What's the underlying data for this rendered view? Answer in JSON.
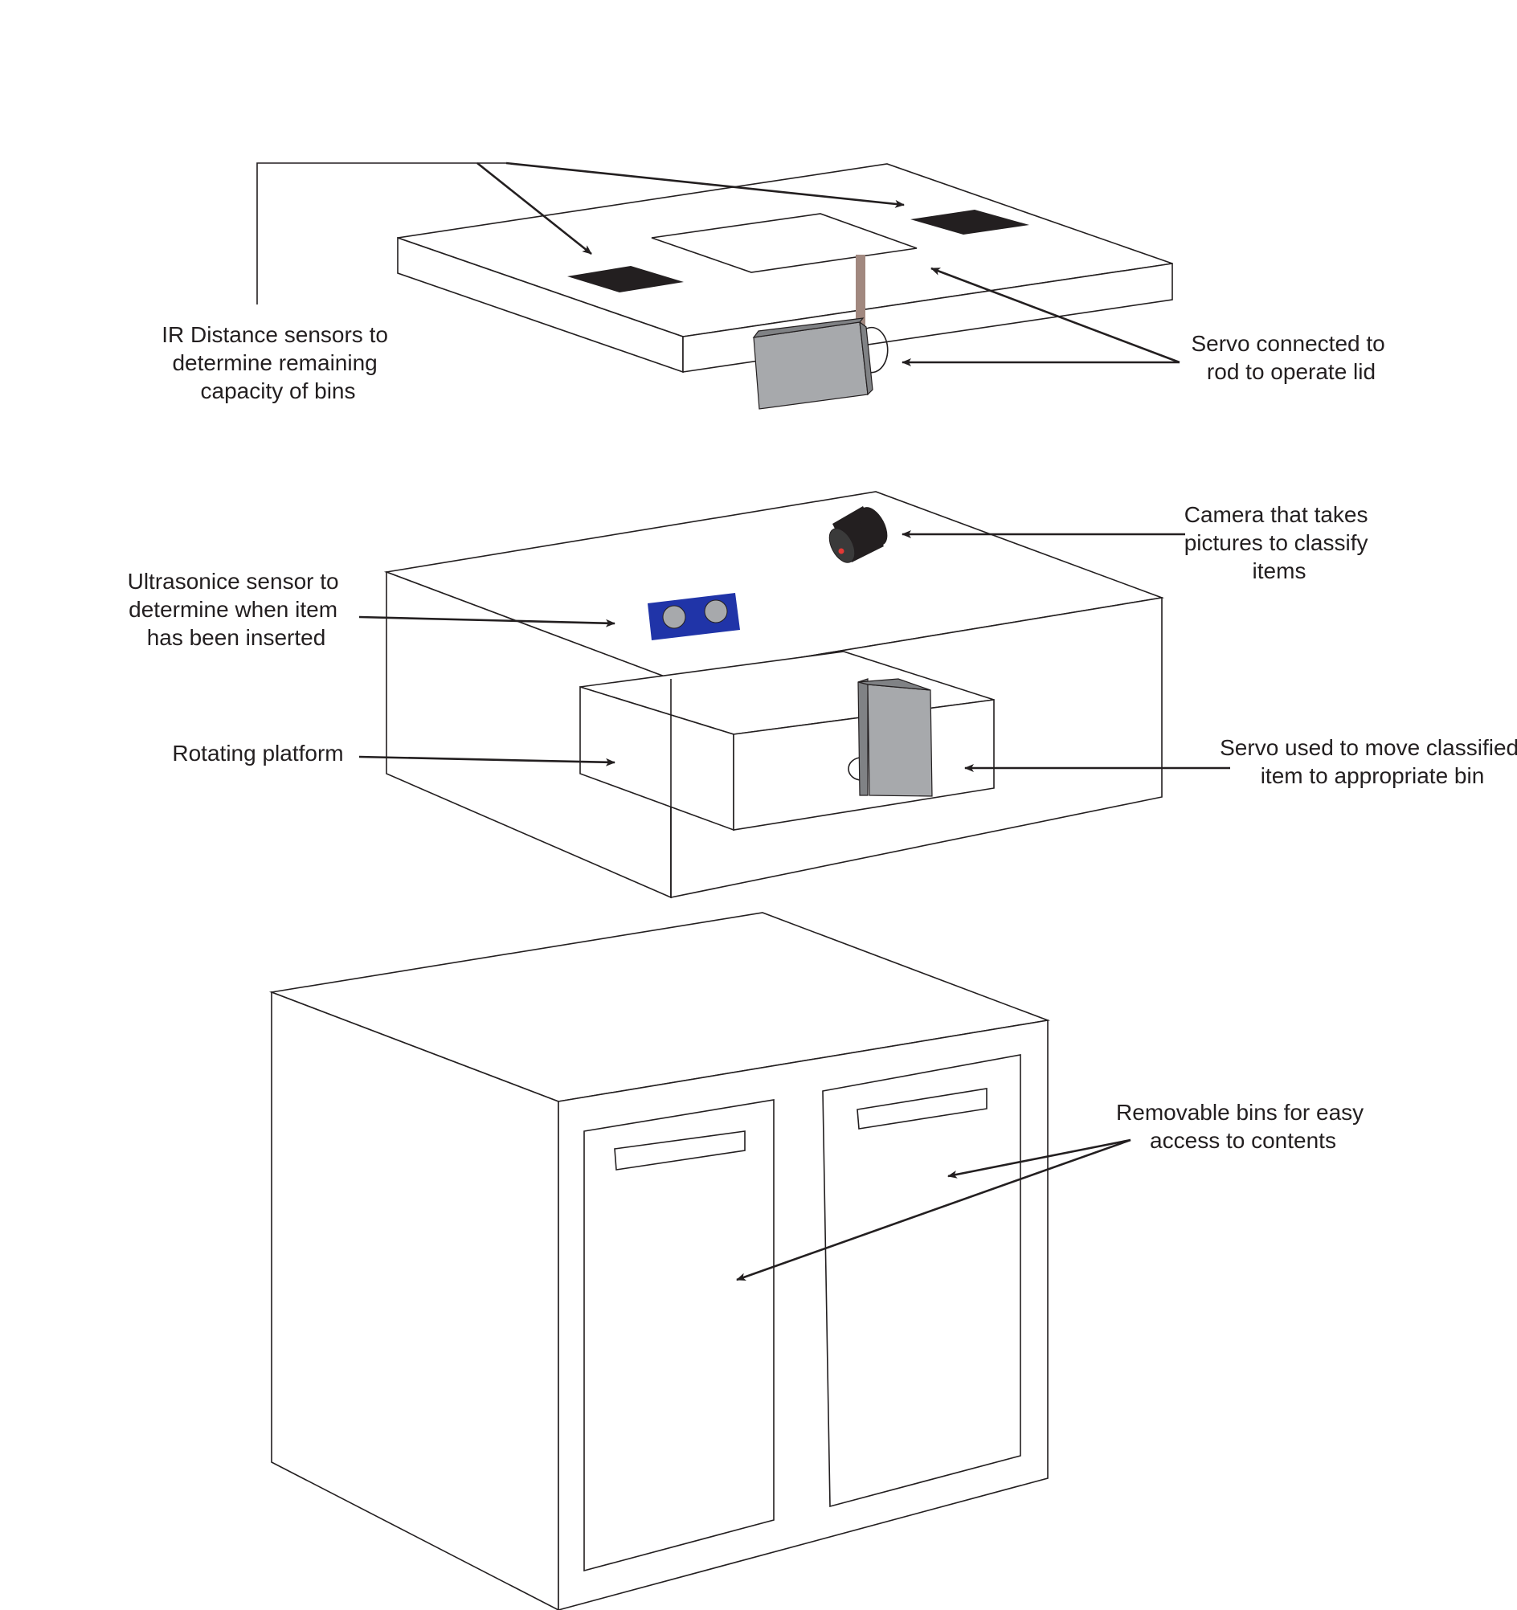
{
  "labels": {
    "ir_sensors": [
      "IR Distance sensors to",
      "determine remaining",
      "capacity of bins"
    ],
    "servo_lid": [
      "Servo connected to",
      "rod to operate lid"
    ],
    "camera": [
      "Camera that takes",
      "pictures to classify",
      "items"
    ],
    "ultrasonic": [
      "Ultrasonice sensor to",
      "determine when item",
      "has been inserted"
    ],
    "rotating_platform": [
      "Rotating platform"
    ],
    "servo_sort": [
      "Servo used to move classified",
      "item to appropriate bin"
    ],
    "removable_bins": [
      "Removable bins for easy",
      "access to contents"
    ]
  },
  "colors": {
    "line": "#231f20",
    "ir_sensor": "#231f20",
    "servo": "#a7a9ac",
    "servo_dark": "#808285",
    "rod": "#a1887f",
    "camera": "#231f20",
    "camera_lens": "#e53935",
    "ultrasonic_board": "#2034a8",
    "ultrasonic_eye": "#a7a9ac"
  }
}
